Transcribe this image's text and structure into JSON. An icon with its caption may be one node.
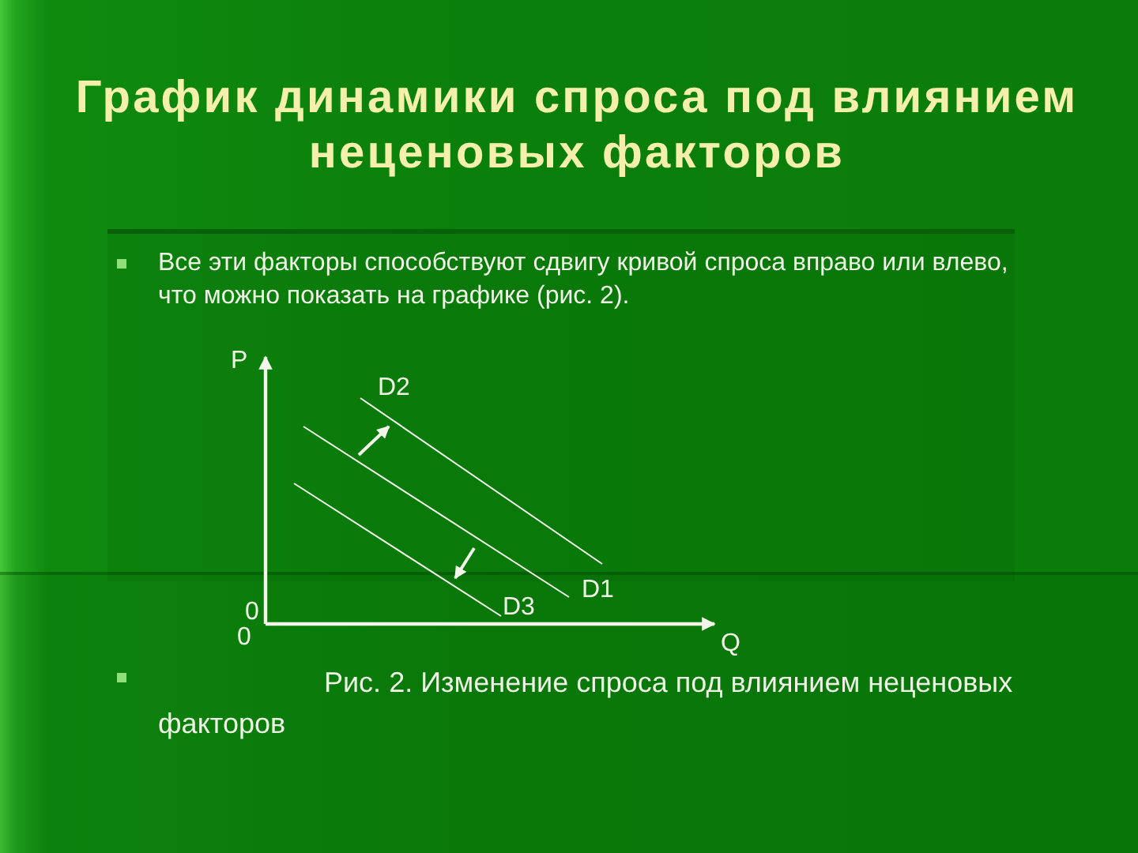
{
  "diagram": {
    "title": "График динамики спроса под влиянием неценовых факторов",
    "caption": "Рис. 2. Изменение спроса под влиянием неценовых факторов",
    "labels": [
      "Все эти факторы способствуют сдвигу кривой спроса вправо или влево, что можно показать на графике (рис. 2).",
      "P",
      "D2",
      "D1",
      "D3",
      "0",
      "0",
      "Q"
    ]
  }
}
